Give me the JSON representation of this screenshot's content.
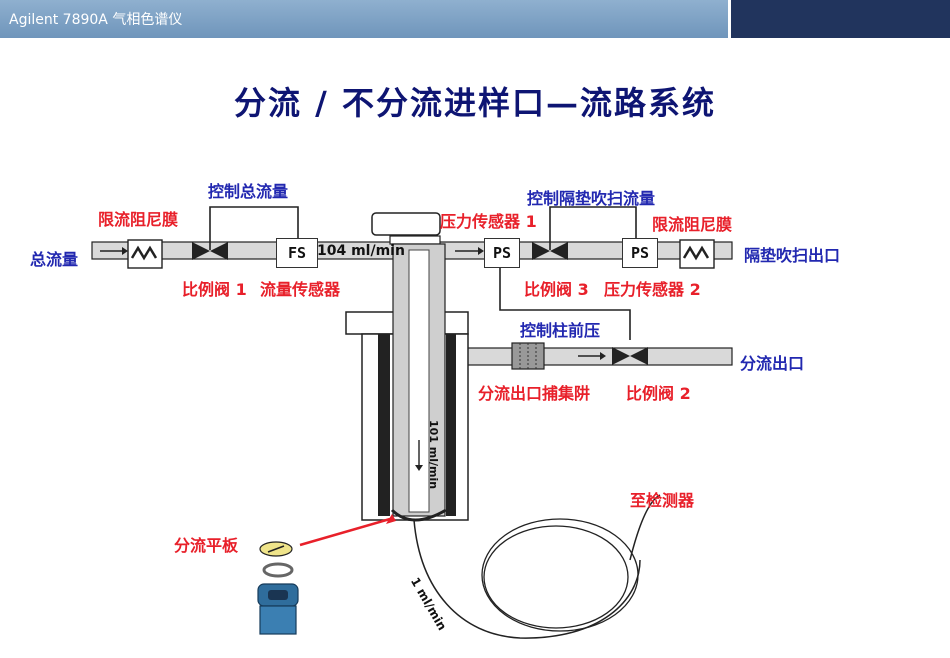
{
  "header": {
    "tab_text": "Agilent 7890A 气相色谱仪"
  },
  "title": "分流 / 不分流进样口—流路系统",
  "labels": {
    "total_flow": "总流量",
    "restrictor_left": "限流阻尼膜",
    "control_total_flow": "控制总流量",
    "ratio_valve_1": "比例阀 1",
    "flow_sensor": "流量传感器",
    "pressure_sensor_1": "压力传感器 1",
    "control_septum_purge": "控制隔垫吹扫流量",
    "restrictor_right": "限流阻尼膜",
    "septum_purge_outlet": "隔垫吹扫出口",
    "ratio_valve_3": "比例阀 3",
    "pressure_sensor_2": "压力传感器 2",
    "control_head_pressure": "控制柱前压",
    "split_outlet": "分流出口",
    "split_trap": "分流出口捕集阱",
    "ratio_valve_2": "比例阀 2",
    "to_detector": "至检测器",
    "split_plate": "分流平板"
  },
  "boxes": {
    "fs": "FS",
    "ps_left": "PS",
    "ps_right": "PS"
  },
  "flow_readouts": {
    "inlet_flow": "104 ml/min",
    "column_flow": "1 ml/min",
    "liner_flow": "101 ml/min"
  },
  "colors": {
    "title": "#0e1573",
    "red_label": "#e8202a",
    "blue_label": "#2228b0",
    "header_dark": "#21345d"
  }
}
